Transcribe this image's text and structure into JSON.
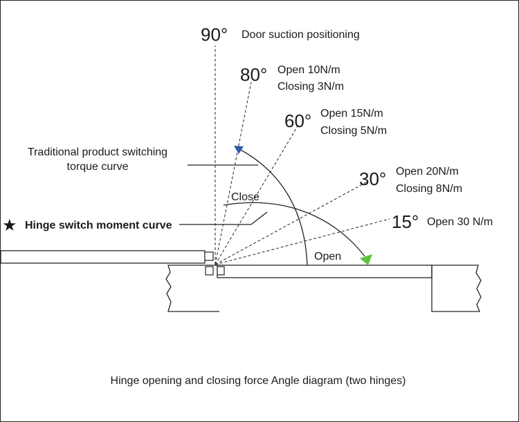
{
  "angles": [
    {
      "degree": "90°",
      "lines": [
        "Door suction positioning"
      ]
    },
    {
      "degree": "80°",
      "lines": [
        "Open 10N/m",
        "Closing 3N/m"
      ]
    },
    {
      "degree": "60°",
      "lines": [
        "Open 15N/m",
        "Closing 5N/m"
      ]
    },
    {
      "degree": "30°",
      "lines": [
        "Open 20N/m",
        "Closing 8N/m"
      ]
    },
    {
      "degree": "15°",
      "lines": [
        "Open 30 N/m"
      ]
    }
  ],
  "labels": {
    "traditional_line1": "Traditional product switching",
    "traditional_line2": "torque curve",
    "hinge_curve": "Hinge switch moment curve",
    "star": "★",
    "close": "Close",
    "open": "Open",
    "caption": "Hinge opening and closing force Angle diagram (two hinges)"
  },
  "colors": {
    "close_arrow": "#2e5aa8",
    "open_arrow": "#5cc23d"
  }
}
